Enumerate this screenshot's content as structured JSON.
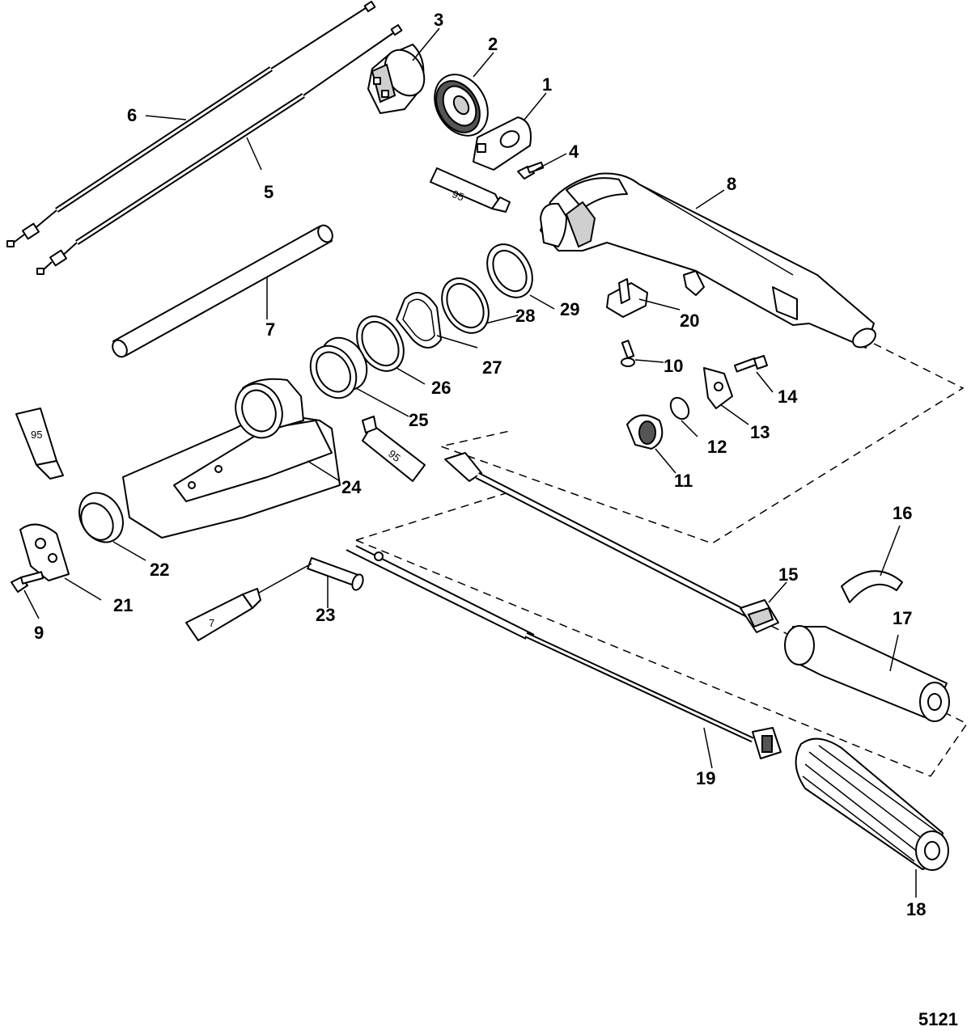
{
  "callouts": [
    "1",
    "2",
    "3",
    "4",
    "5",
    "6",
    "7",
    "8",
    "9",
    "10",
    "11",
    "12",
    "13",
    "14",
    "15",
    "16",
    "17",
    "18",
    "19",
    "20",
    "21",
    "22",
    "23",
    "24",
    "25",
    "26",
    "27",
    "28",
    "29"
  ],
  "tube_labels": {
    "tube_a": "95",
    "tube_b": "95",
    "tube_c": "95",
    "tube_d": "7"
  },
  "figure_number": "5121"
}
